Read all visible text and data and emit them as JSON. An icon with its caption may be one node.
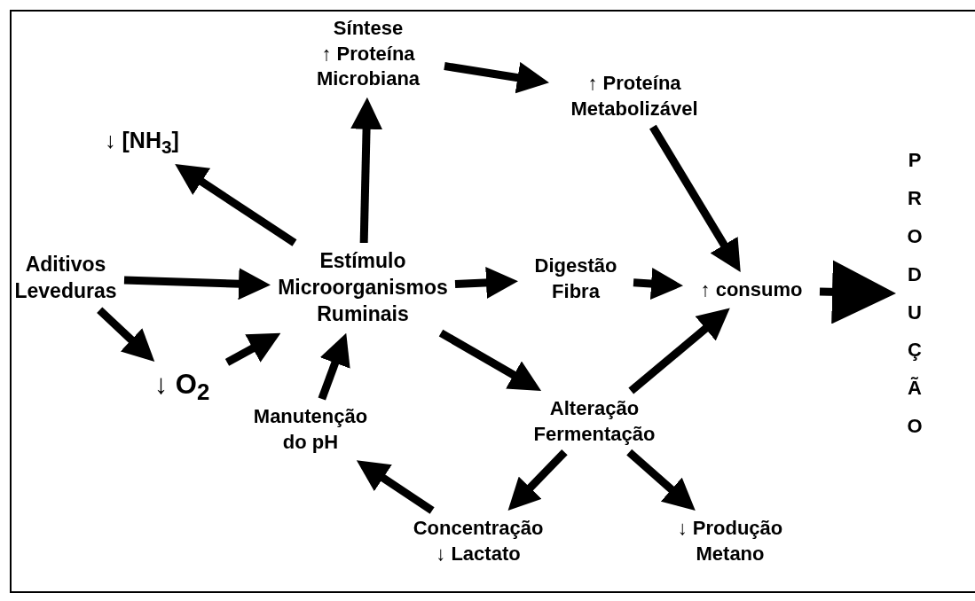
{
  "diagram": {
    "nodes": [
      {
        "text": [
          "Aditivos Leveduras"
        ]
      },
      {
        "text": [
          "↓ O$_{2}$"
        ]
      },
      {
        "text": [
          "↓ [NH$_{3}$]"
        ]
      },
      {
        "text": [
          "Estímulo Microorganismos Ruminais"
        ]
      },
      {
        "text": [
          "Síntese",
          "↑ Proteína Microbiana"
        ]
      },
      {
        "text": [
          "↑ Proteína Metabolizável"
        ]
      },
      {
        "text": [
          "Digestão Fibra"
        ]
      },
      {
        "text": [
          "↑ consumo"
        ]
      },
      {
        "text": [
          "PRODUÇÃO"
        ]
      },
      {
        "text": [
          "Alteração Fermentação"
        ]
      },
      {
        "text": [
          "Manutenção do pH"
        ]
      },
      {
        "text": [
          "Concentração ↓ Lactato"
        ]
      },
      {
        "text": [
          "↓ Produção Metano"
        ]
      }
    ],
    "edges": [
      {
        "from": 0,
        "to": 3,
        "arrow": "to"
      },
      {
        "from": 0,
        "to": 1,
        "arrow": "to"
      },
      {
        "from": 1,
        "to": 3,
        "arrow": "to"
      },
      {
        "from": 3,
        "to": 2,
        "arrow": "to"
      },
      {
        "from": 3,
        "to": 4,
        "arrow": "to"
      },
      {
        "from": 4,
        "to": 5,
        "arrow": "to"
      },
      {
        "from": 5,
        "to": 7,
        "arrow": "to"
      },
      {
        "from": 3,
        "to": 6,
        "arrow": "to"
      },
      {
        "from": 6,
        "to": 7,
        "arrow": "to"
      },
      {
        "from": 3,
        "to": 9,
        "arrow": "to"
      },
      {
        "from": 9,
        "to": 7,
        "arrow": "to"
      },
      {
        "from": 7,
        "to": 8,
        "arrow": "to"
      },
      {
        "from": 10,
        "to": 3,
        "arrow": "to"
      },
      {
        "from": 9,
        "to": 11,
        "arrow": "to"
      },
      {
        "from": 9,
        "to": 12,
        "arrow": "to"
      },
      {
        "from": 11,
        "to": 10,
        "arrow": "to"
      }
    ]
  }
}
